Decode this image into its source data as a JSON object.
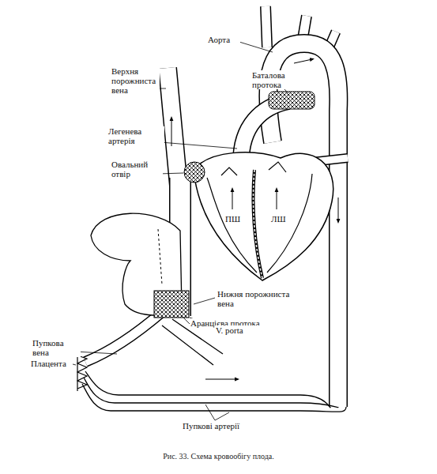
{
  "diagram": {
    "caption": "Рис. 33. Схема кровообігу плода.",
    "labels": [
      "Аорта",
      "Верхня порожниста вена",
      "Баталова протока",
      "Легенева артерія",
      "Овальний отвір",
      "ПШ",
      "ЛШ",
      "Нижня порожниста вена",
      "Аранцієва протока",
      "V. porta",
      "Пупкова вена",
      "Плацента",
      "Пупкові артерії"
    ]
  }
}
